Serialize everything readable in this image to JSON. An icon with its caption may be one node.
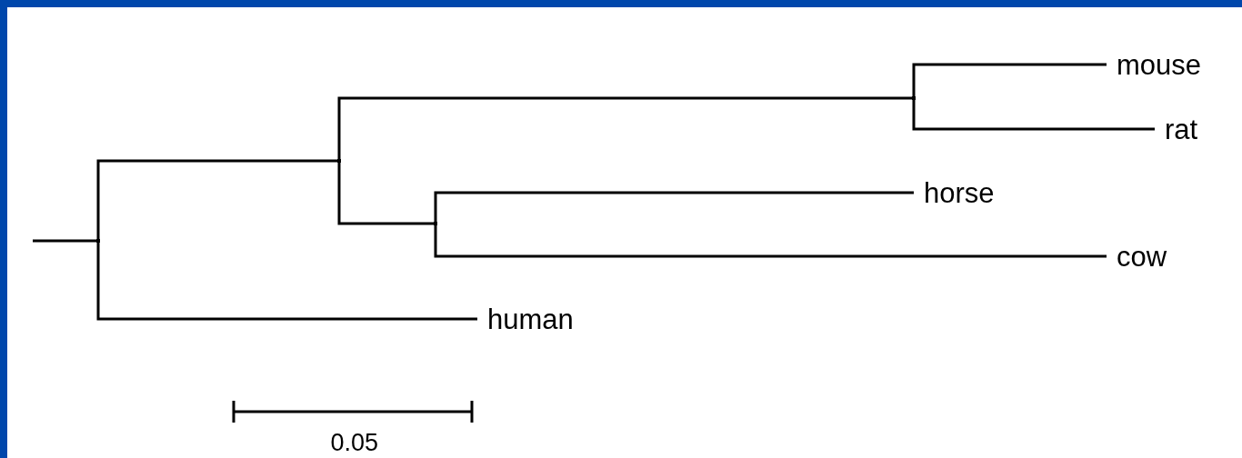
{
  "diagram": {
    "nodes": [
      {
        "text": [
          "mouse"
        ]
      },
      {
        "text": [
          "rat"
        ]
      },
      {
        "text": [
          "horse"
        ]
      },
      {
        "text": [
          "cow"
        ]
      },
      {
        "text": [
          "human"
        ]
      },
      {
        "text": [],
        "shape": "point"
      },
      {
        "text": [],
        "shape": "point"
      },
      {
        "text": [],
        "shape": "point"
      },
      {
        "text": [],
        "shape": "point"
      }
    ],
    "edges": [
      {
        "from": null,
        "to": 5,
        "arrow": "none"
      },
      {
        "from": 5,
        "to": 6,
        "arrow": "none"
      },
      {
        "from": 5,
        "to": 4,
        "arrow": "none"
      },
      {
        "from": 6,
        "to": 7,
        "arrow": "none"
      },
      {
        "from": 6,
        "to": 8,
        "arrow": "none"
      },
      {
        "from": 7,
        "to": 0,
        "arrow": "none"
      },
      {
        "from": 7,
        "to": 1,
        "arrow": "none"
      },
      {
        "from": 8,
        "to": 2,
        "arrow": "none"
      },
      {
        "from": 8,
        "to": 3,
        "arrow": "none"
      }
    ],
    "labels": [
      "0.05"
    ]
  }
}
